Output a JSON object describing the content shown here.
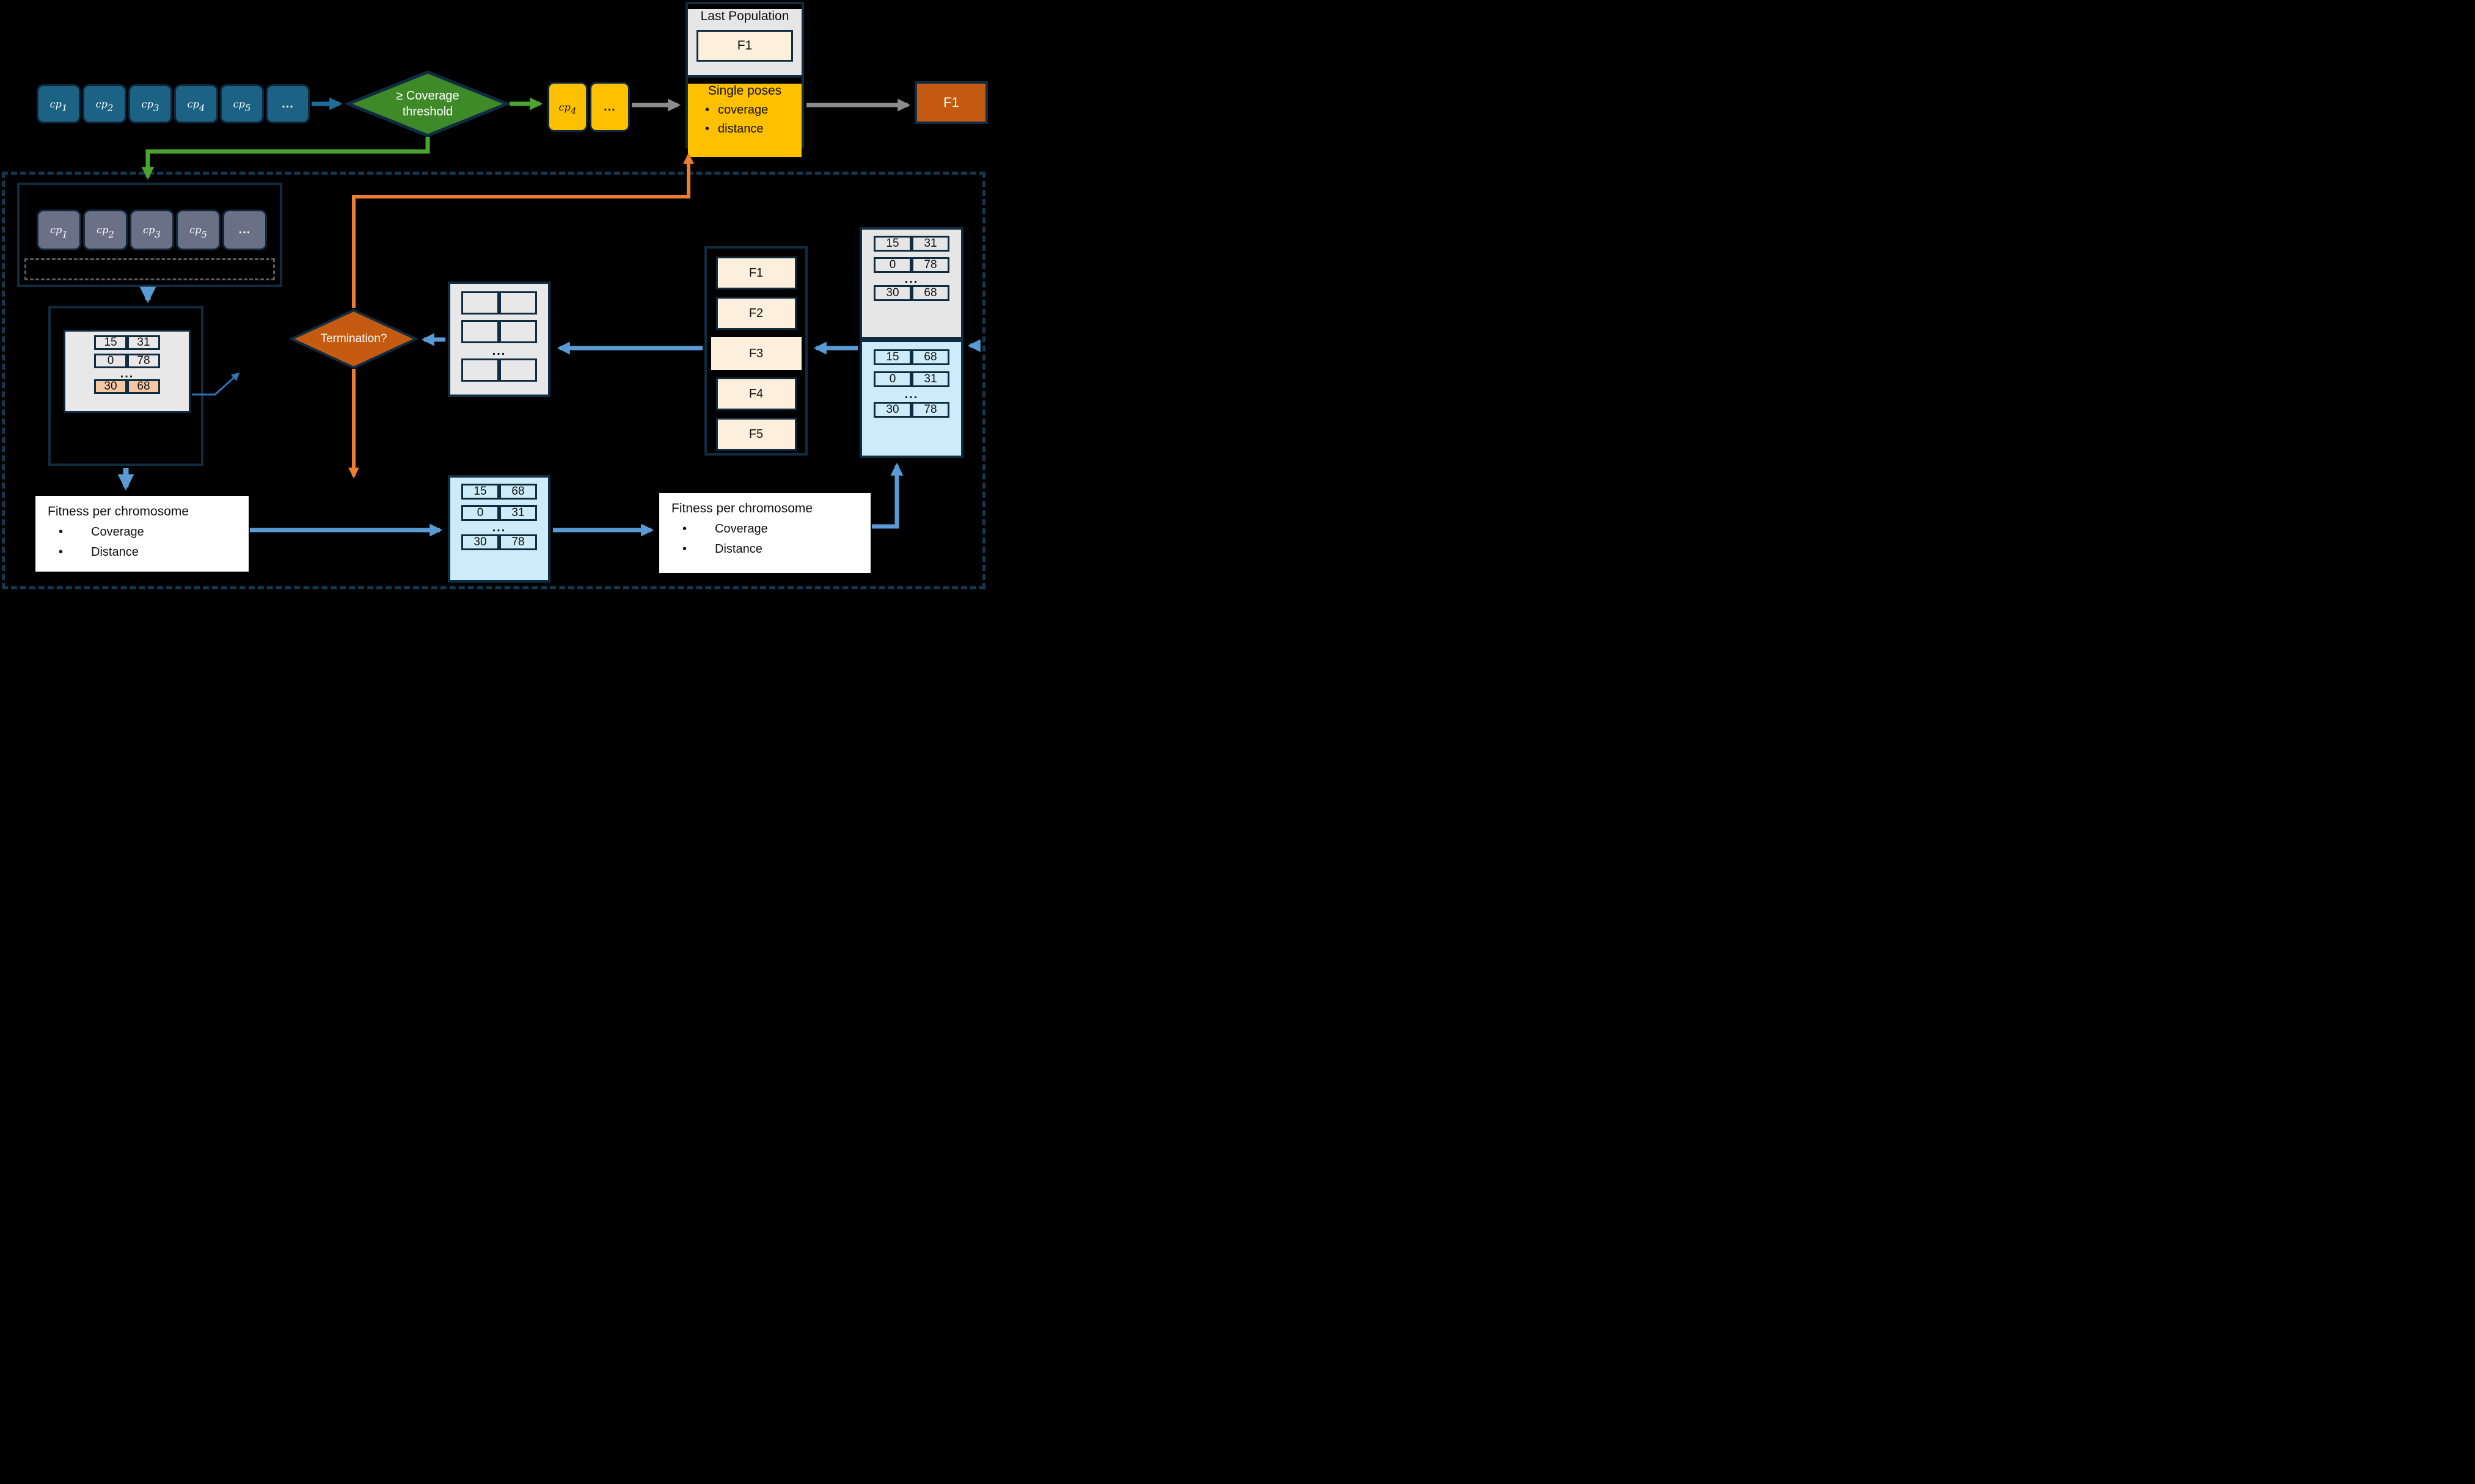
{
  "palette": {
    "teal_box": "#1B6284",
    "slate_box": "#6A7086",
    "gold": "#FFC000",
    "green_diamond": "#3E8A28",
    "green_arrow": "#4DA32F",
    "orange_shape": "#C55A11",
    "orange_arrow": "#ED7D31",
    "blue_arrow": "#5B9BD5",
    "steel_arrow": "#2E75B6",
    "navy_border": "#0F2C40",
    "cream": "#FCF0DD",
    "gray_panel": "#E8E8E8",
    "light_blue": "#CDEBF8",
    "peach_highlight": "#F4C7A5"
  },
  "bullet": "•",
  "checkpoint_row": {
    "items": [
      {
        "label": "cp",
        "sub": "1"
      },
      {
        "label": "cp",
        "sub": "2"
      },
      {
        "label": "cp",
        "sub": "3"
      },
      {
        "label": "cp",
        "sub": "4"
      },
      {
        "label": "cp",
        "sub": "5"
      },
      {
        "label": "...",
        "sub": ""
      }
    ]
  },
  "coverage_diamond": {
    "line1": "≥ Coverage",
    "line2": "threshold"
  },
  "passed_row": {
    "items": [
      {
        "label": "cp",
        "sub": "4"
      },
      {
        "label": "...",
        "sub": ""
      }
    ]
  },
  "last_population": {
    "title": "Last Population",
    "entry": "F1"
  },
  "single_poses": {
    "title": "Single poses",
    "bullets": [
      "coverage",
      "distance"
    ]
  },
  "result_box": {
    "label": "F1"
  },
  "excluded_row": {
    "items": [
      {
        "label": "cp",
        "sub": "1"
      },
      {
        "label": "cp",
        "sub": "2"
      },
      {
        "label": "cp",
        "sub": "3"
      },
      {
        "label": "cp",
        "sub": "5"
      },
      {
        "label": "...",
        "sub": ""
      }
    ]
  },
  "chromosome_table": {
    "rows": [
      [
        "15",
        "31"
      ],
      [
        "0",
        "78"
      ]
    ],
    "ellipsis": "...",
    "highlighted_row": [
      "30",
      "68"
    ]
  },
  "fitness_left": {
    "title": "Fitness per chromosome",
    "bullets": [
      "Coverage",
      "Distance"
    ]
  },
  "offspring_table": {
    "rows": [
      [
        "15",
        "68"
      ],
      [
        "0",
        "31"
      ]
    ],
    "ellipsis": "...",
    "last_row": [
      "30",
      "78"
    ]
  },
  "fitness_right": {
    "title": "Fitness per chromosome",
    "bullets": [
      "Coverage",
      "Distance"
    ]
  },
  "termination_diamond": {
    "label": "Termination?"
  },
  "selection_table": {
    "ellipsis": "..."
  },
  "fitness_column": {
    "items": [
      "F1",
      "F2",
      "F3",
      "F4",
      "F5"
    ]
  },
  "population_gray_table": {
    "rows": [
      [
        "15",
        "31"
      ],
      [
        "0",
        "78"
      ]
    ],
    "ellipsis": "...",
    "last_row": [
      "30",
      "68"
    ]
  },
  "population_blue_table": {
    "rows": [
      [
        "15",
        "68"
      ],
      [
        "0",
        "31"
      ]
    ],
    "ellipsis": "...",
    "last_row": [
      "30",
      "78"
    ]
  }
}
